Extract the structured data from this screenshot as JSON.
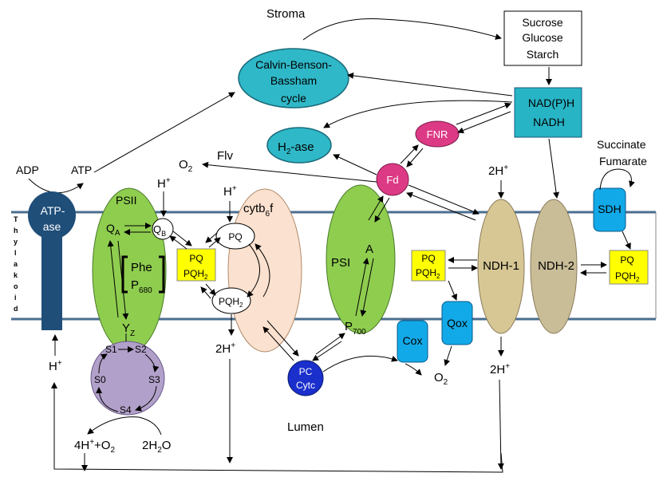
{
  "labels": {
    "stroma": "Stroma",
    "lumen": "Lumen",
    "thylakoid": "Thylakoid",
    "sucrose": "Sucrose",
    "glucose": "Glucose",
    "starch": "Starch",
    "calvin1": "Calvin-Benson-",
    "calvin2": "Bassham",
    "calvin3": "cycle",
    "nadph": "NAD(P)H",
    "nadh": "NADH",
    "fnr": "FNR",
    "h2ase_a": "H",
    "h2ase_sub": "2",
    "h2ase_b": "-ase",
    "fd": "Fd",
    "flv": "Flv",
    "o2_left_a": "O",
    "o2_left_sub": "2",
    "succinate": "Succinate",
    "fumarate": "Fumarate",
    "adp": "ADP",
    "atp": "ATP",
    "atpase1": "ATP-",
    "atpase2": "ase",
    "psii": "PSII",
    "qa_main": "Q",
    "qa_sub": "A",
    "qb_main": "Q",
    "qb_sub": "B",
    "phe": "Phe",
    "p680_main": "P",
    "p680_sub": "680",
    "yz_main": "Y",
    "yz_sub": "Z",
    "s1": "S1",
    "s2": "S2",
    "s3": "S3",
    "s0": "S0",
    "s4": "S4",
    "water_left_a": "4H",
    "water_left_sup": "+",
    "water_left_b": "+O",
    "water_left_sub": "2",
    "water_right_a": "2H",
    "water_right_sub": "2",
    "water_right_b": "O",
    "h_plus_a": "H",
    "h_plus_sup": "+",
    "two_h_a": "2H",
    "two_h_sup": "+",
    "cytb6f_a": "cytb",
    "cytb6f_sub": "6",
    "cytb6f_b": "f",
    "pq": "PQ",
    "pqh2_a": "PQH",
    "pqh2_sub": "2",
    "psi": "PSI",
    "a": "A",
    "p700_main": "P",
    "p700_sub": "700",
    "pc": "PC",
    "cytc": "Cytc",
    "cox": "Cox",
    "qox": "Qox",
    "o2_low_a": "O",
    "o2_low_sub": "2",
    "ndh1": "NDH-1",
    "ndh2": "NDH-2",
    "sdh": "SDH"
  },
  "colors": {
    "membrane": "#4a6e8f",
    "atpase": "#1f4e79",
    "psii": "#8fcd4f",
    "psi": "#8fcd4f",
    "oec": "#b1a0c9",
    "cytb6f": "#fbe1cf",
    "calvin": "#2fb8c8",
    "h2ase": "#2fb8c8",
    "nadph_box": "#27b4c5",
    "fnr": "#dd3a85",
    "fd": "#dd3a85",
    "pc": "#1a2fcc",
    "cox": "#12a9e8",
    "qox": "#12a9e8",
    "sdh": "#12a9e8",
    "ndh1": "#d6c794",
    "ndh2": "#c9bd98",
    "pq_box": "#ffff00"
  }
}
